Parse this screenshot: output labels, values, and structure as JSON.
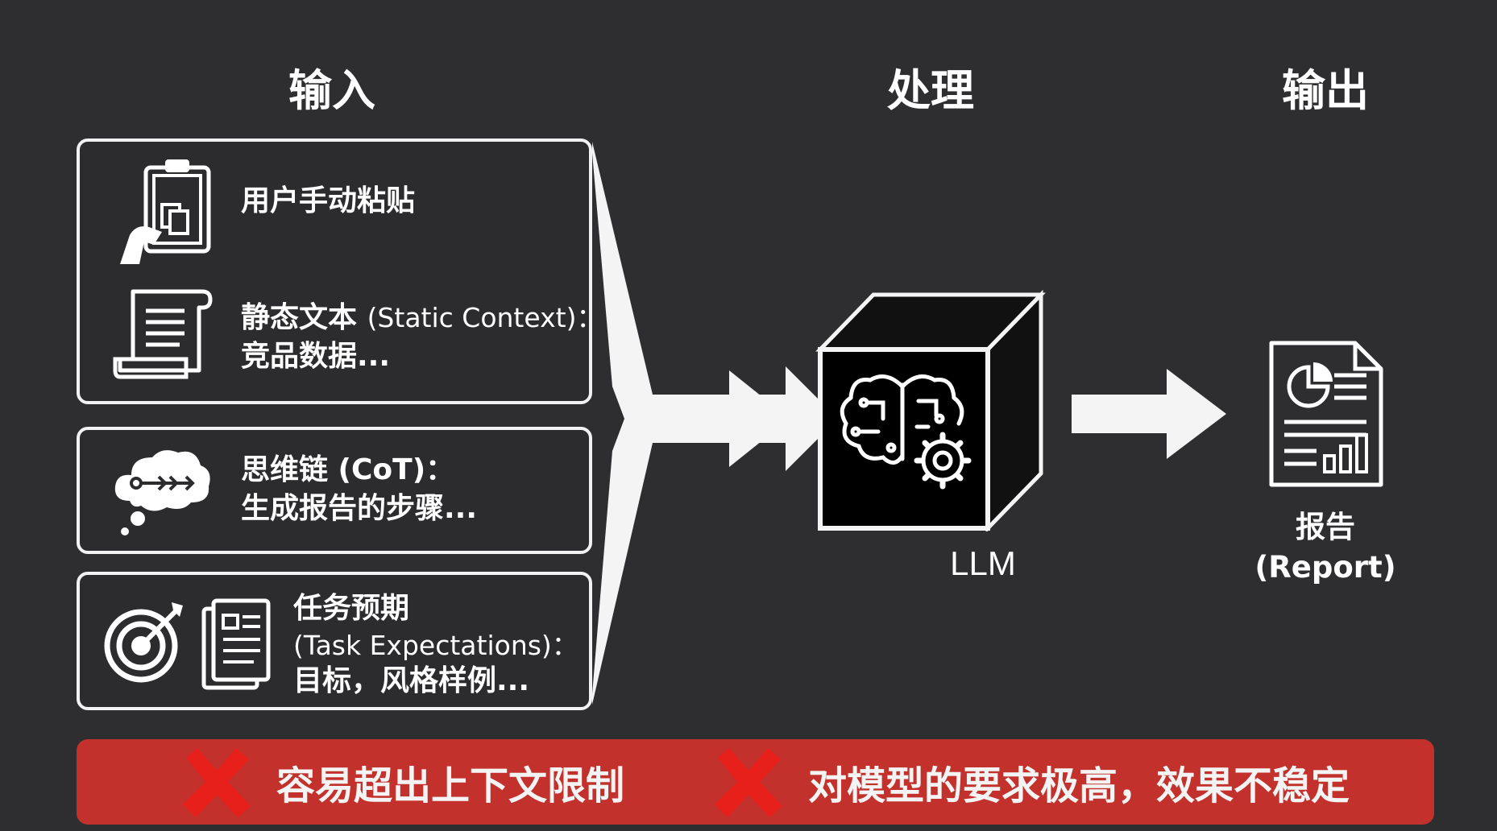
{
  "headings": {
    "input": "输入",
    "process": "处理",
    "output": "输出"
  },
  "inputs": {
    "paste": {
      "title": "用户手动粘贴"
    },
    "static": {
      "title": "静态文本",
      "title_en": "(Static Context)：",
      "detail": "竞品数据..."
    },
    "cot": {
      "title": "思维链 (CoT)：",
      "detail": "生成报告的步骤..."
    },
    "task": {
      "title": "任务预期",
      "title_en": "(Task Expectations)：",
      "detail": "目标，风格样例..."
    }
  },
  "process": {
    "label": "LLM"
  },
  "output": {
    "label": "报告",
    "label_en": "(Report)"
  },
  "warnings": [
    {
      "text": "容易超出上下文限制"
    },
    {
      "text": "对模型的要求极高，效果不稳定"
    }
  ],
  "colors": {
    "background": "#2e2e30",
    "foreground": "#ffffff",
    "warning_bar": "#c2312c",
    "warning_x": "#e8201c"
  },
  "icons": [
    "clipboard-hand-icon",
    "scroll-document-icon",
    "thought-cloud-icon",
    "target-icon",
    "stacked-documents-icon",
    "brain-gear-cube-icon",
    "report-document-icon",
    "red-x-icon"
  ]
}
